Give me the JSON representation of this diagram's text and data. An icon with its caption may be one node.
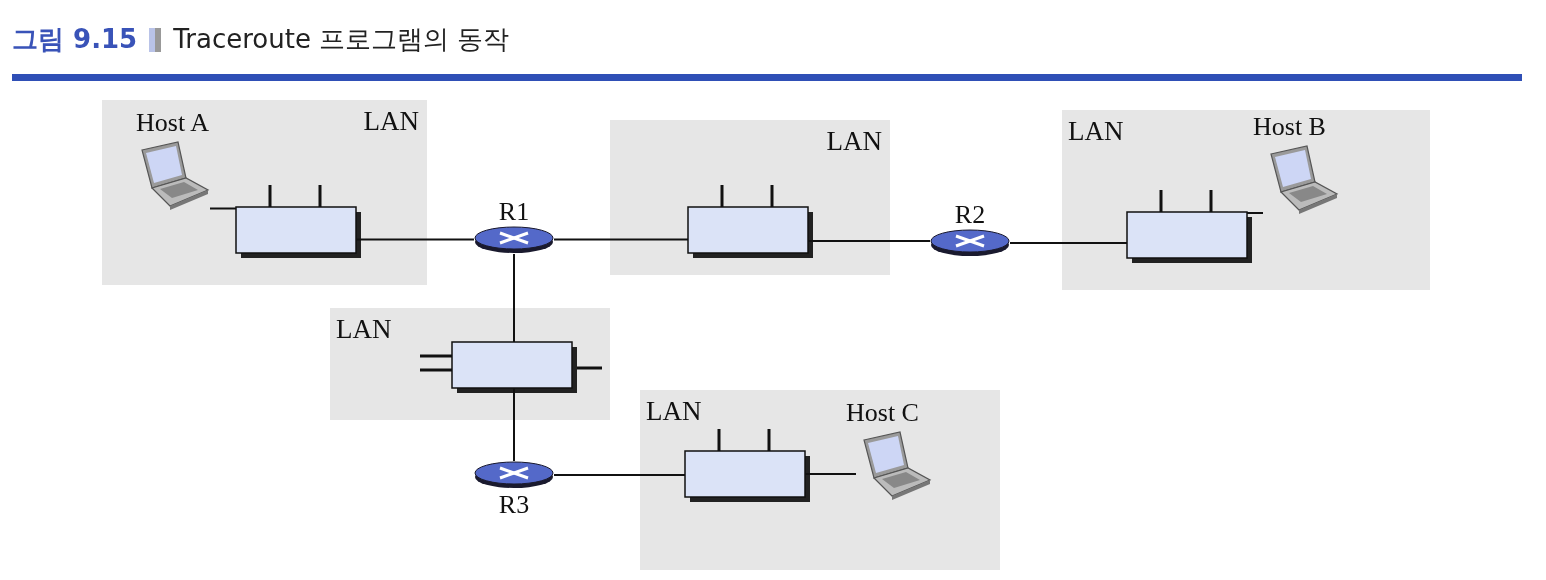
{
  "diagram": {
    "title": "Traceroute 프로그램의 동작",
    "nodes": [
      {
        "text": [
          "LAN"
        ]
      },
      {
        "text": [
          "Host A"
        ],
        "in": 0
      },
      {
        "text": [],
        "shape": "box",
        "in": 0
      },
      {
        "text": [
          "R1"
        ]
      },
      {
        "text": [
          "LAN"
        ]
      },
      {
        "text": [],
        "shape": "box",
        "in": 4
      },
      {
        "text": [
          "R2"
        ]
      },
      {
        "text": [
          "LAN"
        ]
      },
      {
        "text": [],
        "shape": "box",
        "in": 7
      },
      {
        "text": [
          "Host B"
        ],
        "in": 7
      },
      {
        "text": [
          "LAN"
        ]
      },
      {
        "text": [],
        "shape": "box",
        "in": 10
      },
      {
        "text": [
          "R3"
        ]
      },
      {
        "text": [
          "LAN"
        ]
      },
      {
        "text": [],
        "shape": "box",
        "in": 13
      },
      {
        "text": [
          "Host C"
        ],
        "in": 13
      }
    ],
    "edges": [
      {
        "from": 1,
        "to": 2,
        "arrow": "none"
      },
      {
        "from": 2,
        "to": 3,
        "arrow": "none"
      },
      {
        "from": 3,
        "to": 5,
        "arrow": "none"
      },
      {
        "from": 5,
        "to": 6,
        "arrow": "none"
      },
      {
        "from": 6,
        "to": 8,
        "arrow": "none"
      },
      {
        "from": 8,
        "to": 9,
        "arrow": "none"
      },
      {
        "from": 3,
        "to": 11,
        "arrow": "none"
      },
      {
        "from": 11,
        "to": 12,
        "arrow": "none"
      },
      {
        "from": 12,
        "to": 14,
        "arrow": "none"
      },
      {
        "from": 14,
        "to": 15,
        "arrow": "none"
      }
    ],
    "labels": [
      "그림 9.15"
    ]
  }
}
